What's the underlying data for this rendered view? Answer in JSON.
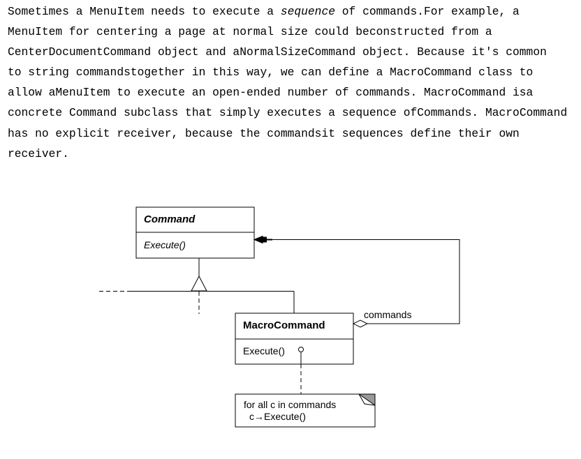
{
  "paragraph": {
    "line1_a": "Sometimes a MenuItem needs to execute a ",
    "line1_em": "sequence",
    "line1_b": " of commands.For example, a",
    "line2": "MenuItem for centering a page at normal size could beconstructed from a",
    "line3": "CenterDocumentCommand object and aNormalSizeCommand object. Because it's common",
    "line4": "to string commandstogether in this way, we can define a MacroCommand class to",
    "line5": "allow aMenuItem to execute an open-ended number of commands. MacroCommand isa",
    "line6_a": "concrete ",
    "line6_b": "Command",
    "line6_c": " subclass that simply ",
    "line6_d": "executes",
    "line6_e": " a ",
    "line6_f": "sequence of",
    "line6_g": "Commands. MacroCommand",
    "line7": "has no explicit receiver, because the commandsit sequences define their own",
    "line8": "receiver."
  },
  "diagram": {
    "command_class": {
      "name": "Command",
      "operation": "Execute()"
    },
    "macro_class": {
      "name": "MacroCommand",
      "operation": "Execute()"
    },
    "association_label": "commands",
    "note": {
      "line1": "for all c in commands",
      "line2": "c→Execute()"
    }
  }
}
